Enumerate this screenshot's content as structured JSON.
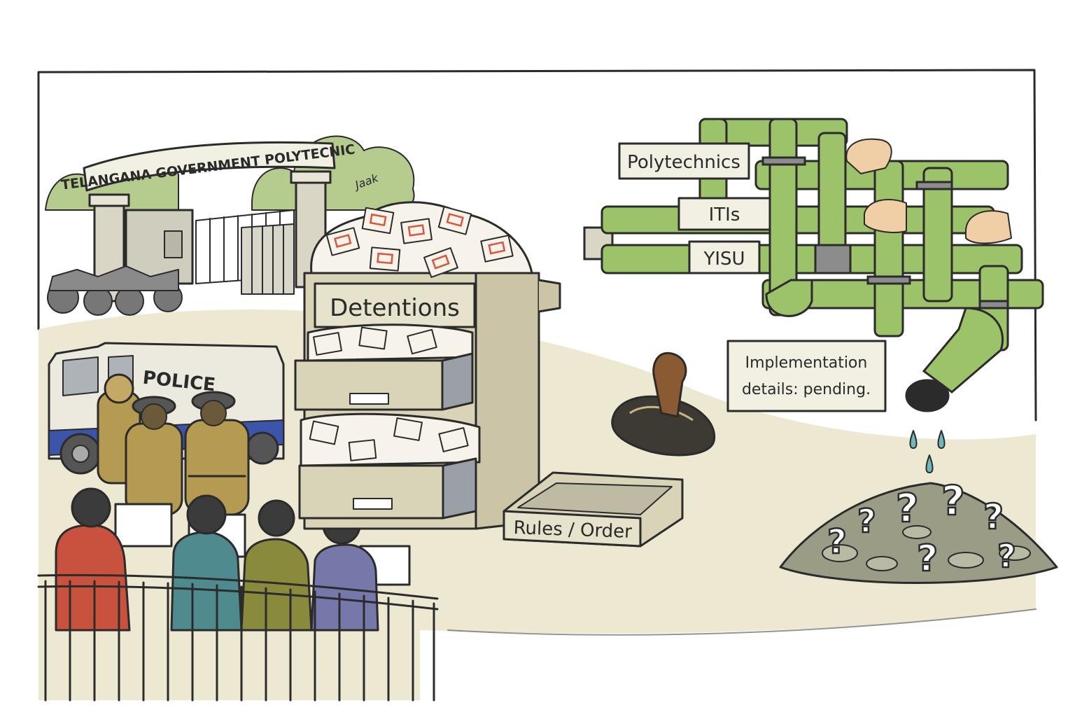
{
  "cartoon": {
    "gate_sign": "TELANGANA GOVERNMENT POLYTECNIC",
    "artist_signature": "Jaak",
    "police_van_label": "POLICE",
    "cabinet_label": "Detentions",
    "tray_label": "Rules / Order",
    "pipe_labels": [
      "Polytechnics",
      "ITIs",
      "YISU"
    ],
    "note_line1": "Implementation",
    "note_line2": "details: pending.",
    "question_mark": "?"
  },
  "colors": {
    "pipe_green": "#9cc26a",
    "pipe_dark": "#6f9a45",
    "cabinet_beige": "#d9d3b8",
    "ground_sand": "#e7e1c8",
    "uniform_khaki": "#b59a52",
    "paper_stamp_red": "#d9573c",
    "rock_grey": "#9a9c86"
  }
}
